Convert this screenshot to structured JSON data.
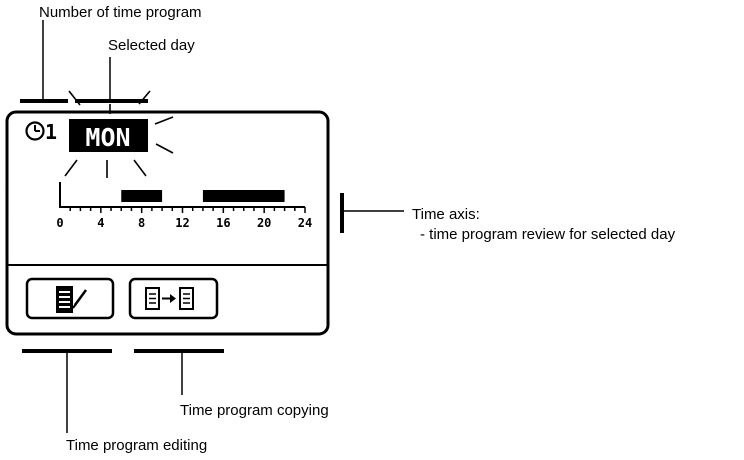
{
  "annotations": {
    "program_number": "Number of time program",
    "selected_day": "Selected day",
    "time_axis_title": "Time axis:",
    "time_axis_desc": "- time program review for selected day",
    "copying": "Time program copying",
    "editing": "Time program editing"
  },
  "display": {
    "program_number": "1",
    "day": "MON",
    "axis_ticks": [
      "0",
      "4",
      "8",
      "12",
      "16",
      "20",
      "24"
    ],
    "axis_range_hours": [
      0,
      24
    ],
    "program_blocks_hours": [
      [
        6,
        10
      ],
      [
        14,
        22
      ]
    ],
    "buttons": {
      "edit_icon": "edit-program-icon",
      "copy_icon": "copy-program-icon"
    }
  },
  "colors": {
    "ink": "#000000",
    "background": "#ffffff"
  }
}
